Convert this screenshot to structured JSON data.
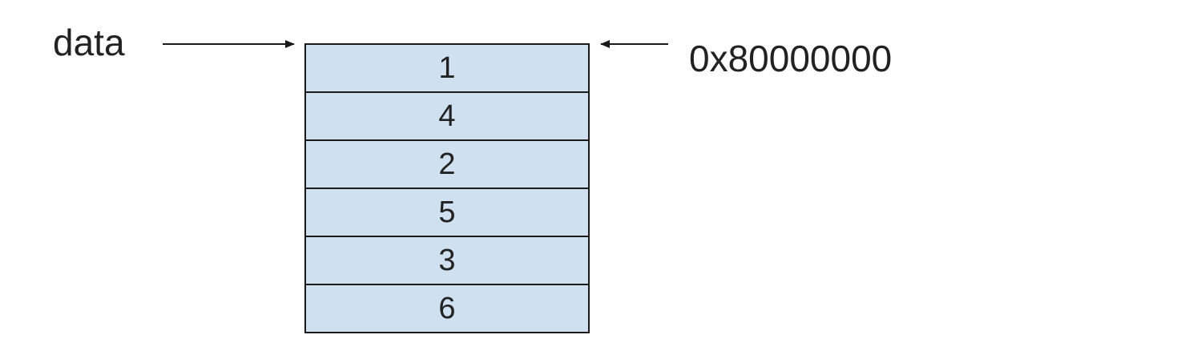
{
  "labels": {
    "variable": "data",
    "address": "0x80000000"
  },
  "array": {
    "cells": [
      "1",
      "4",
      "2",
      "5",
      "3",
      "6"
    ]
  },
  "colors": {
    "cell_fill": "#cfe0f1",
    "stroke": "#1a1a1a",
    "text": "#222222"
  }
}
